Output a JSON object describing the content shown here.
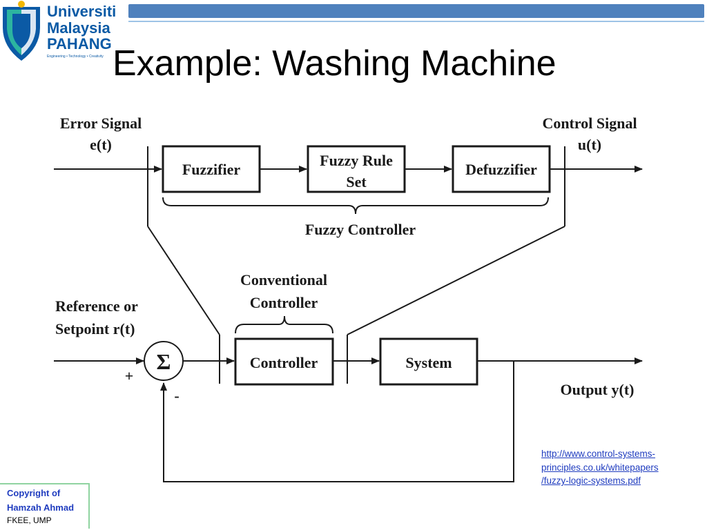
{
  "header": {
    "logo": {
      "line1": "Universiti",
      "line2": "Malaysia",
      "line3": "PAHANG",
      "tagline": "Engineering • Technology • Creativity"
    },
    "title": "Example: Washing Machine",
    "colors": {
      "bar": "#4f81bd",
      "brand": "#0b5aa5"
    }
  },
  "diagram": {
    "error_signal_line1": "Error Signal",
    "error_signal_line2": "e(t)",
    "control_signal_line1": "Control Signal",
    "control_signal_line2": "u(t)",
    "fuzzifier": "Fuzzifier",
    "rule_set_line1": "Fuzzy Rule",
    "rule_set_line2": "Set",
    "defuzzifier": "Defuzzifier",
    "fuzzy_controller": "Fuzzy Controller",
    "conventional_line1": "Conventional",
    "conventional_line2": "Controller",
    "reference_line1": "Reference or",
    "reference_line2": "Setpoint r(t)",
    "summer_symbol": "Σ",
    "plus_sign": "+",
    "minus_sign": "-",
    "controller": "Controller",
    "system": "System",
    "output": "Output y(t)"
  },
  "source": {
    "line1": "http://www.control-systems-",
    "line2": "principles.co.uk/whitepapers",
    "line3": "/fuzzy-logic-systems.pdf"
  },
  "footer": {
    "line1": "Copyright of",
    "line2": "Hamzah Ahmad",
    "line3": "FKEE, UMP"
  }
}
